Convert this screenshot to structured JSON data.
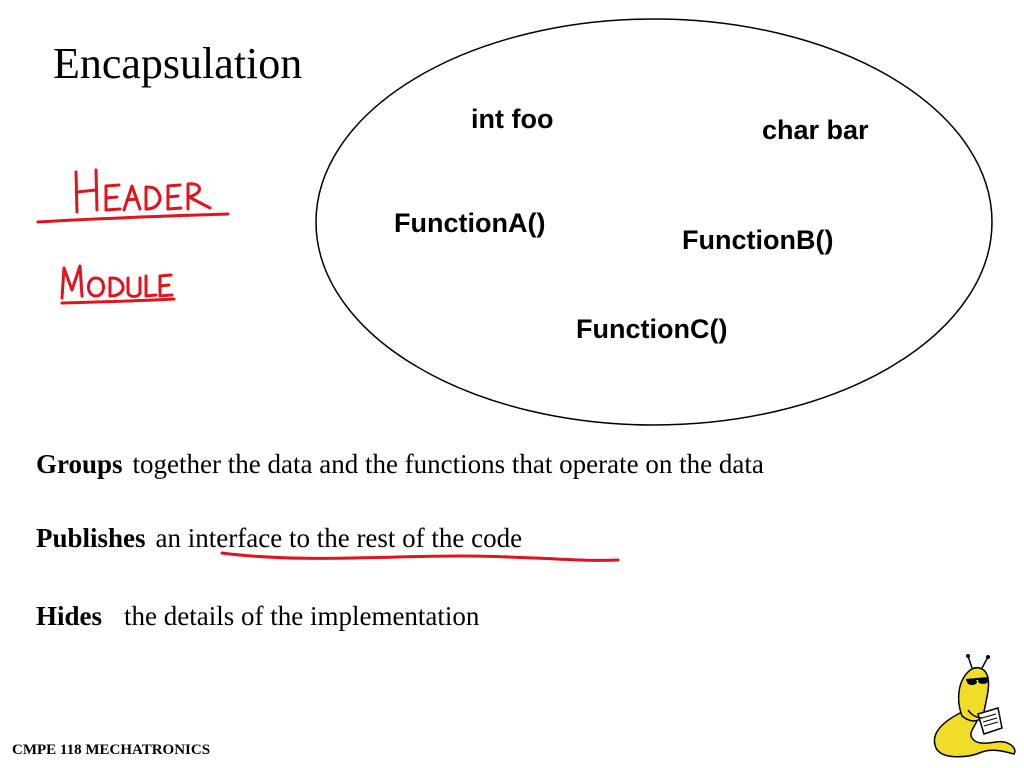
{
  "slide": {
    "title": "Encapsulation",
    "footer": "CMPE 118 MECHATRONICS"
  },
  "diagram": {
    "items": [
      "int foo",
      "char bar",
      "FunctionA()",
      "FunctionB()",
      "FunctionC()"
    ]
  },
  "bullets": [
    {
      "keyword": "Groups",
      "text": "together the data and the functions that operate on the data"
    },
    {
      "keyword": "Publishes",
      "text": "an interface to the rest of the code"
    },
    {
      "keyword": "Hides",
      "text": "the details of the implementation"
    }
  ],
  "annotations": {
    "handwritten": [
      "HEADER",
      "MODULE"
    ],
    "ink_color": "#e0141e"
  },
  "logo": {
    "name": "banana-slug-mascot"
  }
}
